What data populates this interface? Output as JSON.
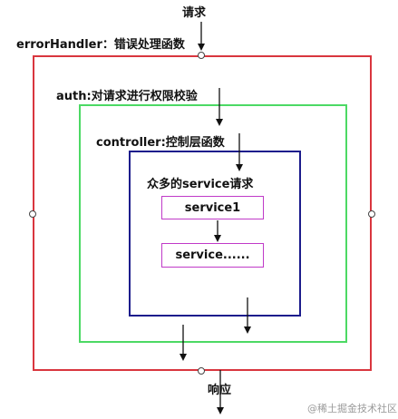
{
  "request_label": "请求",
  "response_label": "响应",
  "layers": {
    "error_handler": {
      "label": "errorHandler：错误处理函数",
      "color": "#d9363e"
    },
    "auth": {
      "label": "auth:对请求进行权限校验",
      "color": "#4cd964"
    },
    "controller": {
      "label": "controller:控制层函数",
      "color": "#1c1c8c"
    },
    "services": {
      "label": "众多的service请求",
      "service_1": "service1",
      "service_more": "service......",
      "color": "#c03ac8"
    }
  },
  "watermark": "@稀土掘金技术社区"
}
